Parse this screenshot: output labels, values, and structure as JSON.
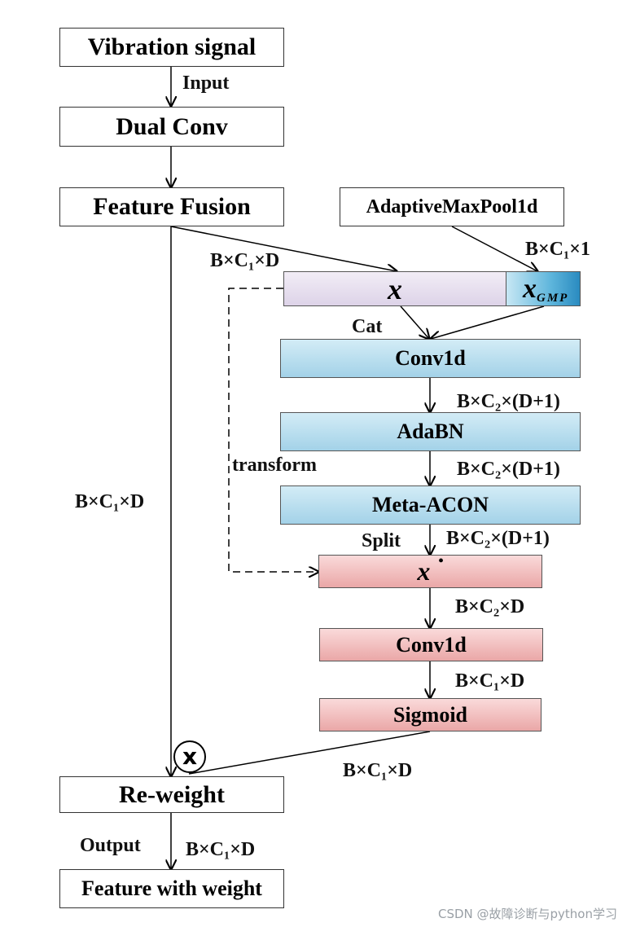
{
  "nodes": {
    "vibration_signal": "Vibration signal",
    "dual_conv": "Dual Conv",
    "feature_fusion": "Feature Fusion",
    "adaptive_max_pool": "AdaptiveMaxPool1d",
    "x_main": "x",
    "x_gmp_base": "x",
    "x_gmp_sub": "GMP",
    "conv1d_top": "Conv1d",
    "adabn": "AdaBN",
    "meta_acon": "Meta-ACON",
    "x_dot": "x",
    "x_dot_mark": "•",
    "conv1d_bottom": "Conv1d",
    "sigmoid": "Sigmoid",
    "reweight": "Re-weight",
    "feature_with_weight": "Feature with weight",
    "multiply_symbol": "x"
  },
  "labels": {
    "input": "Input",
    "shape_bc1d_fusion": "B×C₁×D",
    "shape_bc11": "B×C₁×1",
    "cat": "Cat",
    "shape_conv1d_out": "B×C₂×(D+1)",
    "shape_adabn_out": "B×C₂×(D+1)",
    "transform": "transform",
    "shape_bc1d_left": "B×C₁×D",
    "split": "Split",
    "shape_metaacon_out": "B×C₂×(D+1)",
    "shape_xdot_out": "B×C₂×D",
    "shape_conv2_out": "B×C₁×D",
    "shape_sigmoid_out": "B×C₁×D",
    "output": "Output",
    "shape_output": "B×C₁×D"
  },
  "watermark": "CSDN @故障诊断与python学习",
  "colors": {
    "blue_box": "#a3d2e8",
    "pink_box": "#eaa7a7",
    "lavender_box": "#ddd3e8",
    "gmp_box": "#2a8bc0"
  }
}
